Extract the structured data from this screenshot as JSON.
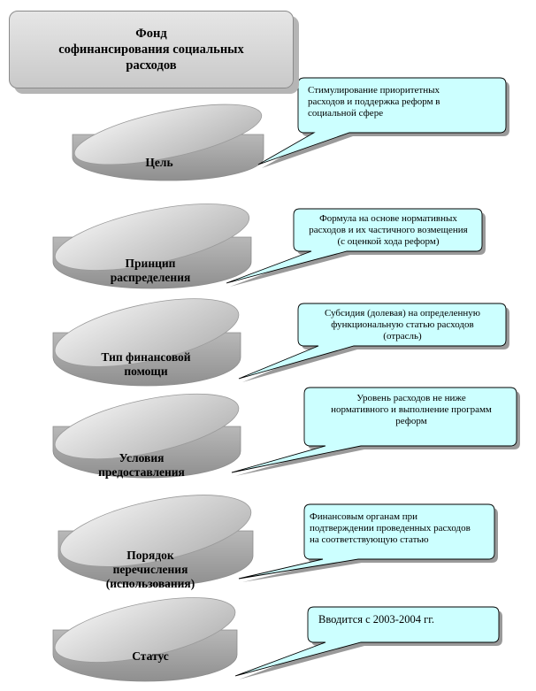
{
  "title": "Фонд\nсофинансирования социальных\nрасходов",
  "rows": [
    {
      "label": "Цель",
      "callout": "Стимулирование приоритетных\nрасходов и поддержка реформ в\nсоциальной сфере"
    },
    {
      "label": "Принцип\nраспределения",
      "callout": "Формула на основе нормативных\nрасходов и их частичного возмещения\n(с  оценкой хода реформ)"
    },
    {
      "label": "Тип финансовой\nпомощи",
      "callout": "Субсидия (долевая) на определенную\nфункциональную статью расходов\n(отрасль)"
    },
    {
      "label": "Условия\nпредоставления",
      "callout": "Уровень расходов не ниже\nнормативного и выполнение программ\nреформ"
    },
    {
      "label": "Порядок\nперечисления\n(использования)",
      "callout": "Финансовым органам при\nподтверждении проведенных расходов\nна соответствующую статью"
    },
    {
      "label": "Статус",
      "callout": "Вводится с 2003-2004 гг."
    }
  ],
  "colors": {
    "callout_fill": "#ccffff",
    "disc_top": "#d7d7d7",
    "disc_side": "#a6a6a6",
    "title_fill": "#d4d4d4"
  }
}
